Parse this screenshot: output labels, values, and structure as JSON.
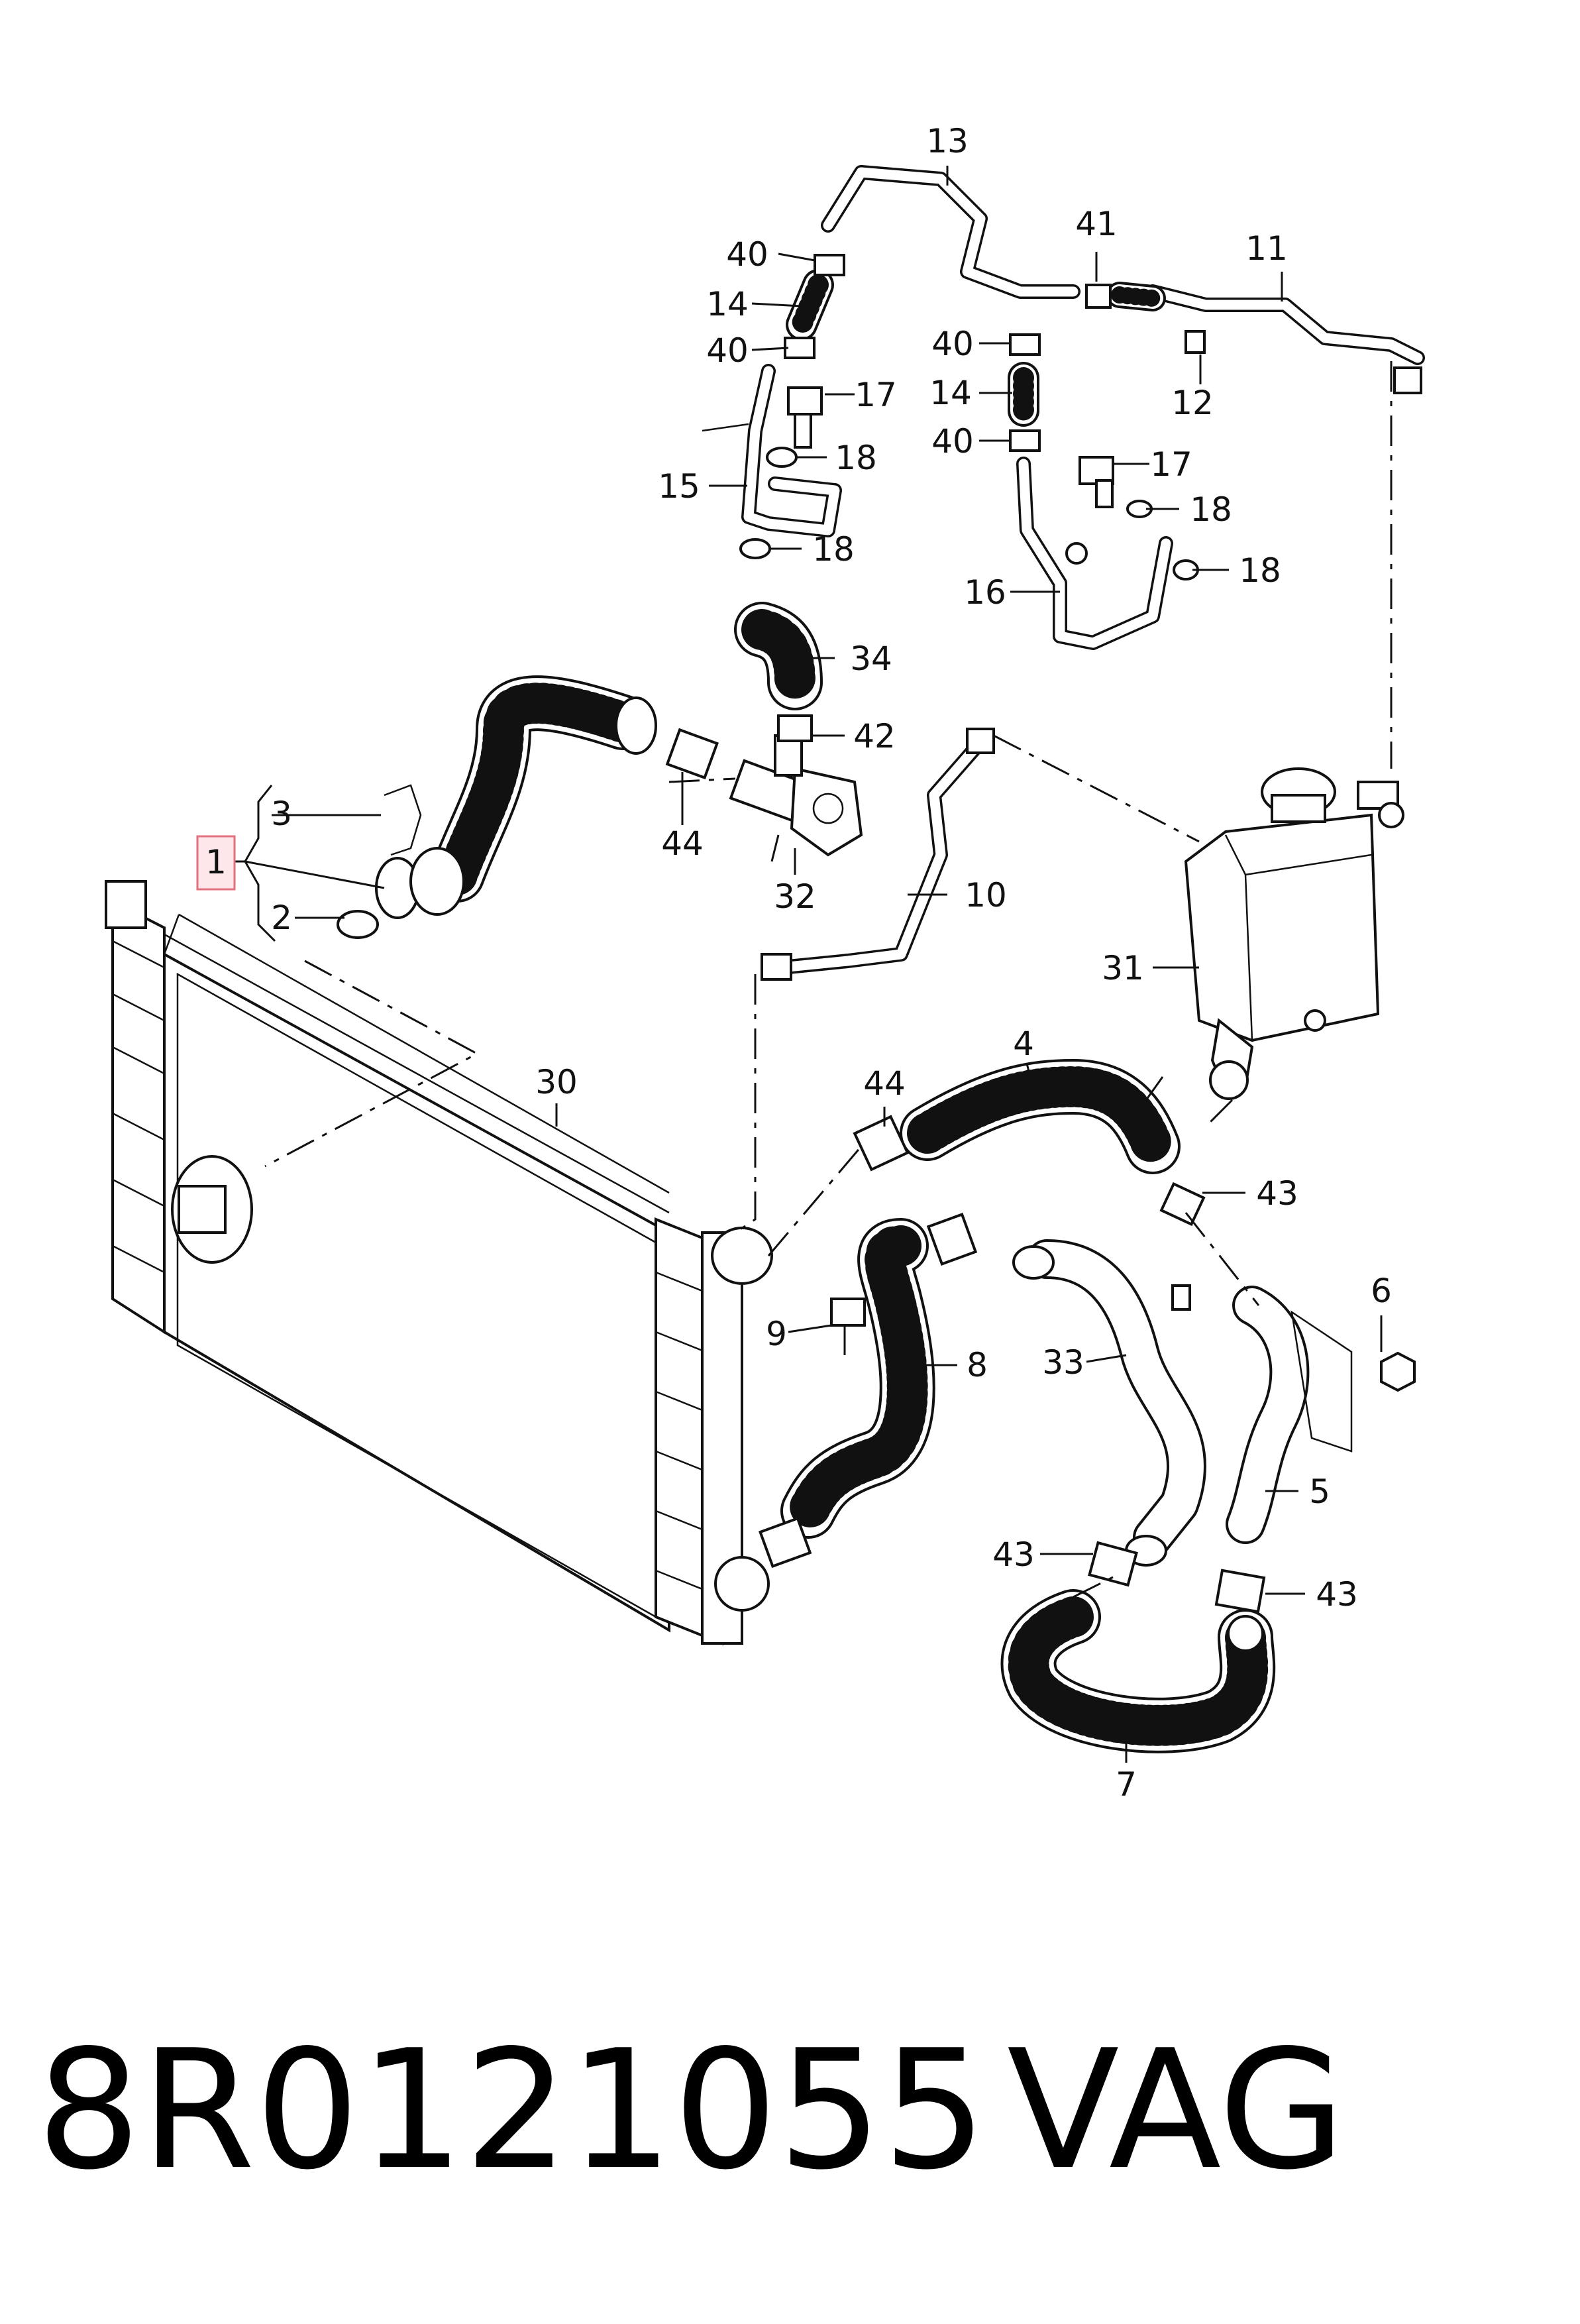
{
  "callouts": {
    "c1": "1",
    "c2": "2",
    "c3": "3",
    "c4": "4",
    "c5": "5",
    "c6": "6",
    "c7": "7",
    "c8": "8",
    "c9": "9",
    "c10": "10",
    "c11": "11",
    "c12": "12",
    "c13": "13",
    "c14a": "14",
    "c14b": "14",
    "c15": "15",
    "c16": "16",
    "c17a": "17",
    "c17b": "17",
    "c18a": "18",
    "c18b": "18",
    "c18c": "18",
    "c18d": "18",
    "c30": "30",
    "c31": "31",
    "c32": "32",
    "c33": "33",
    "c34": "34",
    "c40a": "40",
    "c40b": "40",
    "c40c": "40",
    "c40d": "40",
    "c41": "41",
    "c42": "42",
    "c43a": "43",
    "c43b": "43",
    "c43c": "43",
    "c44a": "44",
    "c44b": "44"
  },
  "footer": {
    "part_number": "8R0121055",
    "brand": "VAG"
  },
  "colors": {
    "highlight_fill": "#fde7ea",
    "highlight_border": "#e0707e",
    "ink": "#111111"
  }
}
